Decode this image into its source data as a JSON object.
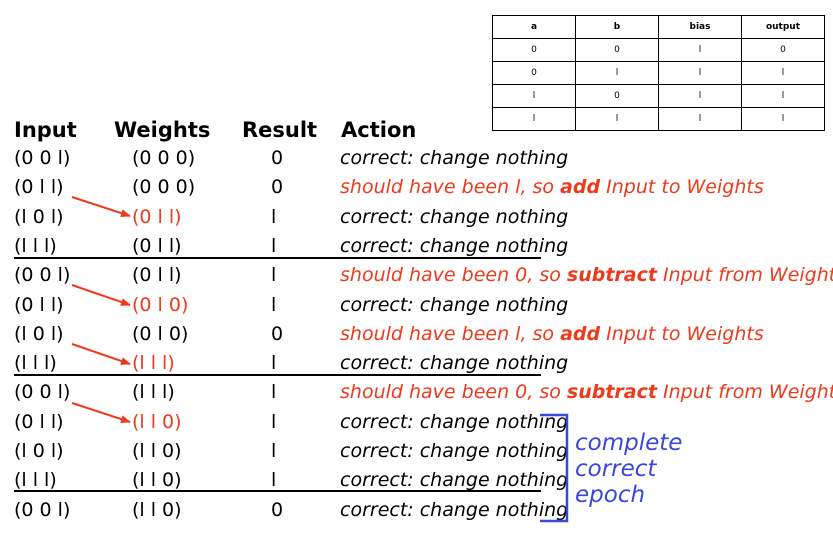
{
  "truth_table": {
    "headers": [
      "a",
      "b",
      "bias",
      "output"
    ],
    "rows": [
      [
        "0",
        "0",
        "l",
        "0"
      ],
      [
        "0",
        "l",
        "l",
        "l"
      ],
      [
        "l",
        "0",
        "l",
        "l"
      ],
      [
        "l",
        "l",
        "l",
        "l"
      ]
    ]
  },
  "columns": {
    "input": "Input",
    "weights": "Weights",
    "result": "Result",
    "action": "Action"
  },
  "rows": [
    {
      "input": "(0 0 l)",
      "weights": "(0 0 0)",
      "result": "0",
      "action": "correct:  change nothing",
      "style": "normal"
    },
    {
      "input": "(0 l  l)",
      "weights": "(0 0 0)",
      "result": "0",
      "action_pre": "should have been l, so ",
      "action_keyword": "add",
      "action_post": " Input to Weights",
      "style": "red"
    },
    {
      "input": "(l 0 l)",
      "weights": "(0 l  l)",
      "result": "l",
      "action": "correct:  change nothing",
      "style": "normal",
      "weights_red": true
    },
    {
      "input": "(l  l  l)",
      "weights": "(0 l  l)",
      "result": "l",
      "action": "correct:  change nothing",
      "style": "normal"
    },
    {
      "input": "(0 0 l)",
      "weights": "(0 l  l)",
      "result": "l",
      "action_pre": "should have been 0, so ",
      "action_keyword": "subtract",
      "action_post": " Input from Weights",
      "style": "red"
    },
    {
      "input": "(0 l  l)",
      "weights": "(0 l 0)",
      "result": "l",
      "action": "correct:  change nothing",
      "style": "normal",
      "weights_red": true
    },
    {
      "input": "(l 0 l)",
      "weights": "(0 l 0)",
      "result": "0",
      "action_pre": "should have been l, so ",
      "action_keyword": "add",
      "action_post": " Input to Weights",
      "style": "red"
    },
    {
      "input": "(l  l  l)",
      "weights": "(l  l  l)",
      "result": "l",
      "action": "correct:  change nothing",
      "style": "normal",
      "weights_red": true
    },
    {
      "input": "(0 0 l)",
      "weights": "(l  l  l)",
      "result": "l",
      "action_pre": "should have been 0, so ",
      "action_keyword": "subtract",
      "action_post": " Input from Weights",
      "style": "red"
    },
    {
      "input": "(0 l  l)",
      "weights": "(l  l 0)",
      "result": "l",
      "action": "correct:  change nothing",
      "style": "normal",
      "weights_red": true
    },
    {
      "input": "(l 0 l)",
      "weights": "(l  l 0)",
      "result": "l",
      "action": "correct:  change nothing",
      "style": "normal"
    },
    {
      "input": "(l  l  l)",
      "weights": "(l  l 0)",
      "result": "l",
      "action": "correct:  change nothing",
      "style": "normal"
    },
    {
      "input": "(0 0 l)",
      "weights": "(l  l 0)",
      "result": "0",
      "action": "correct:  change nothing",
      "style": "normal"
    }
  ],
  "epoch_label": [
    "complete",
    "correct",
    "epoch"
  ],
  "colors": {
    "red": "#ee3a1c",
    "blue": "#3b47dc",
    "black": "#000000"
  }
}
